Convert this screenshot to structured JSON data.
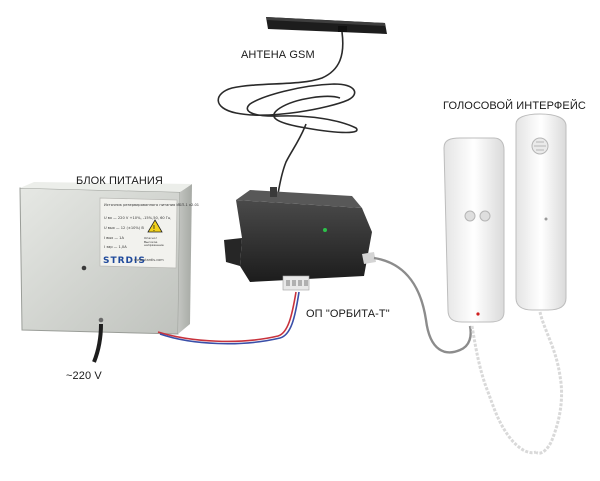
{
  "labels": {
    "antenna": "АНТЕНА GSM",
    "power_supply": "БЛОК ПИТАНИЯ",
    "voice_interface": "ГОЛОСОВОЙ ИНТЕРФЕЙС",
    "device": "ОП \"ОРБИТА-Т\"",
    "mains": "~220 V"
  },
  "nameplate": {
    "title": "Источник резервированного питания  ИБП-1 v2.01",
    "rows": [
      "U вх — 220 V +10%, -15%,50, 60 Гц",
      "U вых — 12 (±10%) В",
      "I вых — 1А",
      "I зар — 1,0А"
    ],
    "warning": "Опасно! Высокое напряжение",
    "brand": "STRDIS",
    "site": "www.stardis.com"
  },
  "colors": {
    "power_box": "#d5d7d3",
    "device_body": "#2b2b2b",
    "handset": "#f3f3f3",
    "cable": "#3a3a3a",
    "grey_cable": "#8c8c8c",
    "wire_red": "#c8323c",
    "wire_blue": "#3a4fa8"
  }
}
